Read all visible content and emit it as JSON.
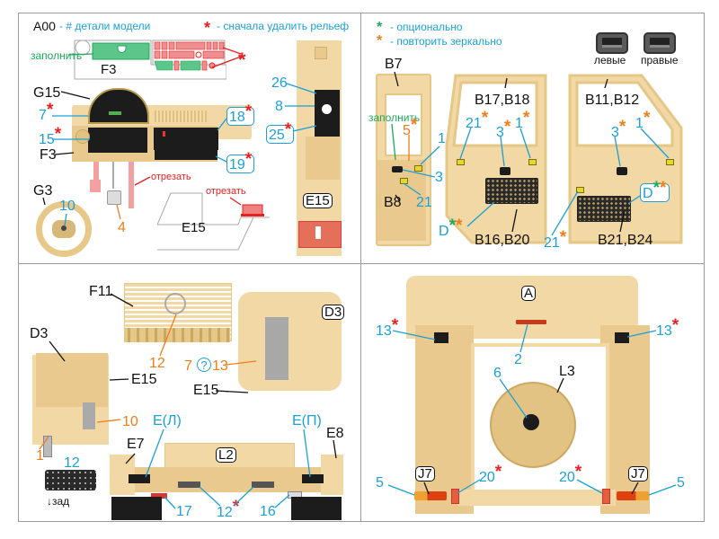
{
  "legend": {
    "part_number_code": "A00",
    "part_number_desc": "- # детали модели",
    "remove_relief_star": "*",
    "remove_relief_desc": "- сначала удалить рельеф",
    "optional_star": "*",
    "optional_desc": "- опционально",
    "mirror_star": "*",
    "mirror_desc": "- повторить зеркально",
    "left_label": "левые",
    "right_label": "правые"
  },
  "colors": {
    "part_number": "#1ba0d8",
    "remove_relief": "#e62020",
    "optional": "#1fa85a",
    "mirror": "#f07d1a",
    "plastic": "#f1d8a4"
  },
  "panel_dashboard": {
    "fill_label": "заполнить",
    "f3_diagram_label": "F3",
    "g15": "G15",
    "n7": "7",
    "n15": "15",
    "f3": "F3",
    "n18": "18",
    "n19": "19",
    "n26": "26",
    "n8": "8",
    "n25": "25",
    "e15_box": "E15",
    "cut_label_1": "отрезать",
    "cut_label_2": "отрезать",
    "e15_diagram_label": "E15",
    "g3": "G3",
    "n10": "10",
    "n4": "4",
    "star": "*"
  },
  "panel_doors": {
    "b7": "B7",
    "b8": "B8",
    "fill_label": "заполнить",
    "n5": "5",
    "n1": "1",
    "n3": "3",
    "n21": "21",
    "b17_b18": "B17,B18",
    "b16_b20": "B16,B20",
    "b11_b12": "B11,B12",
    "b21_b24": "B21,B24",
    "d": "D",
    "star": "*"
  },
  "panel_rear_interior": {
    "f11": "F11",
    "n12": "12",
    "d3": "D3",
    "d3_box": "D3",
    "e15_a": "E15",
    "e15_b": "E15",
    "n7": "7",
    "question": "?",
    "n13": "13",
    "n10": "10",
    "n1": "1",
    "e_left": "E(Л)",
    "e_right": "E(П)",
    "e7": "E7",
    "e8": "E8",
    "l2_box": "L2",
    "n12_connector": "12",
    "back_label": "зад",
    "n17": "17",
    "n16": "16",
    "star": "*"
  },
  "panel_rear_door": {
    "a_box": "A",
    "n13": "13",
    "n2": "2",
    "n6": "6",
    "l3": "L3",
    "j7": "J7",
    "n20": "20",
    "n5": "5",
    "star": "*"
  }
}
